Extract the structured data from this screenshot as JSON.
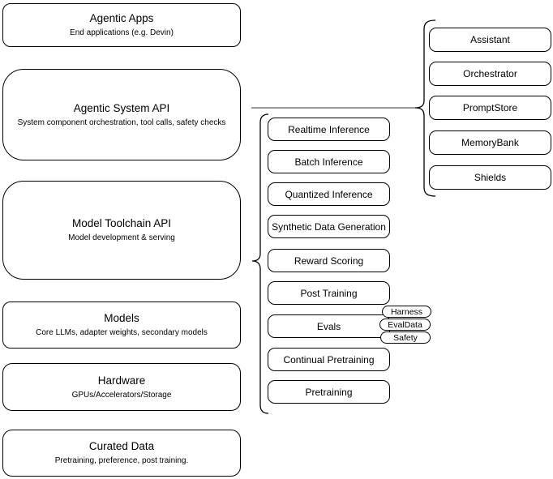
{
  "colors": {
    "node_fill": "#ffffff",
    "node_stroke": "#000000",
    "connector_stroke": "#5b5b5b",
    "text": "#000000"
  },
  "left_stack": [
    {
      "title": "Agentic Apps",
      "subtitle": "End applications (e.g. Devin)"
    },
    {
      "title": "Agentic System API",
      "subtitle": "System component orchestration, tool calls, safety checks"
    },
    {
      "title": "Model Toolchain API",
      "subtitle": "Model development & serving"
    },
    {
      "title": "Models",
      "subtitle": "Core LLMs, adapter weights, secondary models"
    },
    {
      "title": "Hardware",
      "subtitle": "GPUs/Accelerators/Storage"
    },
    {
      "title": "Curated Data",
      "subtitle": "Pretraining, preference, post training."
    }
  ],
  "toolchain_group": [
    "Realtime Inference",
    "Batch Inference",
    "Quantized Inference",
    "Synthetic Data Generation",
    "Reward Scoring",
    "Post Training",
    "Evals",
    "Continual Pretraining",
    "Pretraining"
  ],
  "evals_tags": [
    "Harness",
    "EvalData",
    "Safety"
  ],
  "system_group": [
    "Assistant",
    "Orchestrator",
    "PromptStore",
    "MemoryBank",
    "Shields"
  ]
}
